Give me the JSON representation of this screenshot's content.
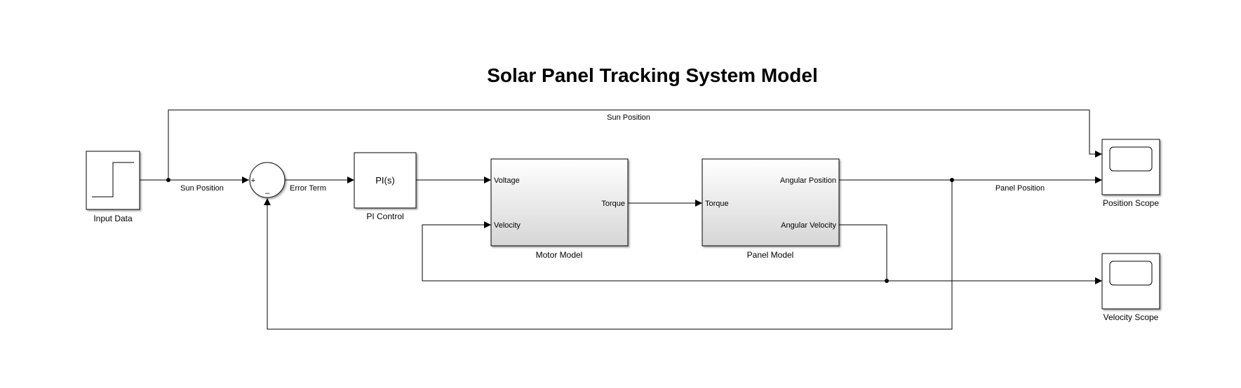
{
  "diagram": {
    "title": "Solar Panel Tracking System Model",
    "blocks": {
      "input_data": {
        "label": "Input Data"
      },
      "sum": {
        "plus": "+",
        "minus": "–"
      },
      "pi_control": {
        "label": "PI Control",
        "content": "PI(s)"
      },
      "motor_model": {
        "label": "Motor Model",
        "ports": {
          "voltage": "Voltage",
          "velocity": "Velocity",
          "torque": "Torque"
        }
      },
      "panel_model": {
        "label": "Panel Model",
        "ports": {
          "torque": "Torque",
          "angular_position": "Angular Position",
          "angular_velocity": "Angular Velocity"
        }
      },
      "position_scope": {
        "label": "Position Scope"
      },
      "velocity_scope": {
        "label": "Velocity Scope"
      }
    },
    "signals": {
      "sun_position_top": "Sun Position",
      "sun_position": "Sun Position",
      "error_term": "Error Term",
      "panel_position": "Panel Position"
    }
  }
}
